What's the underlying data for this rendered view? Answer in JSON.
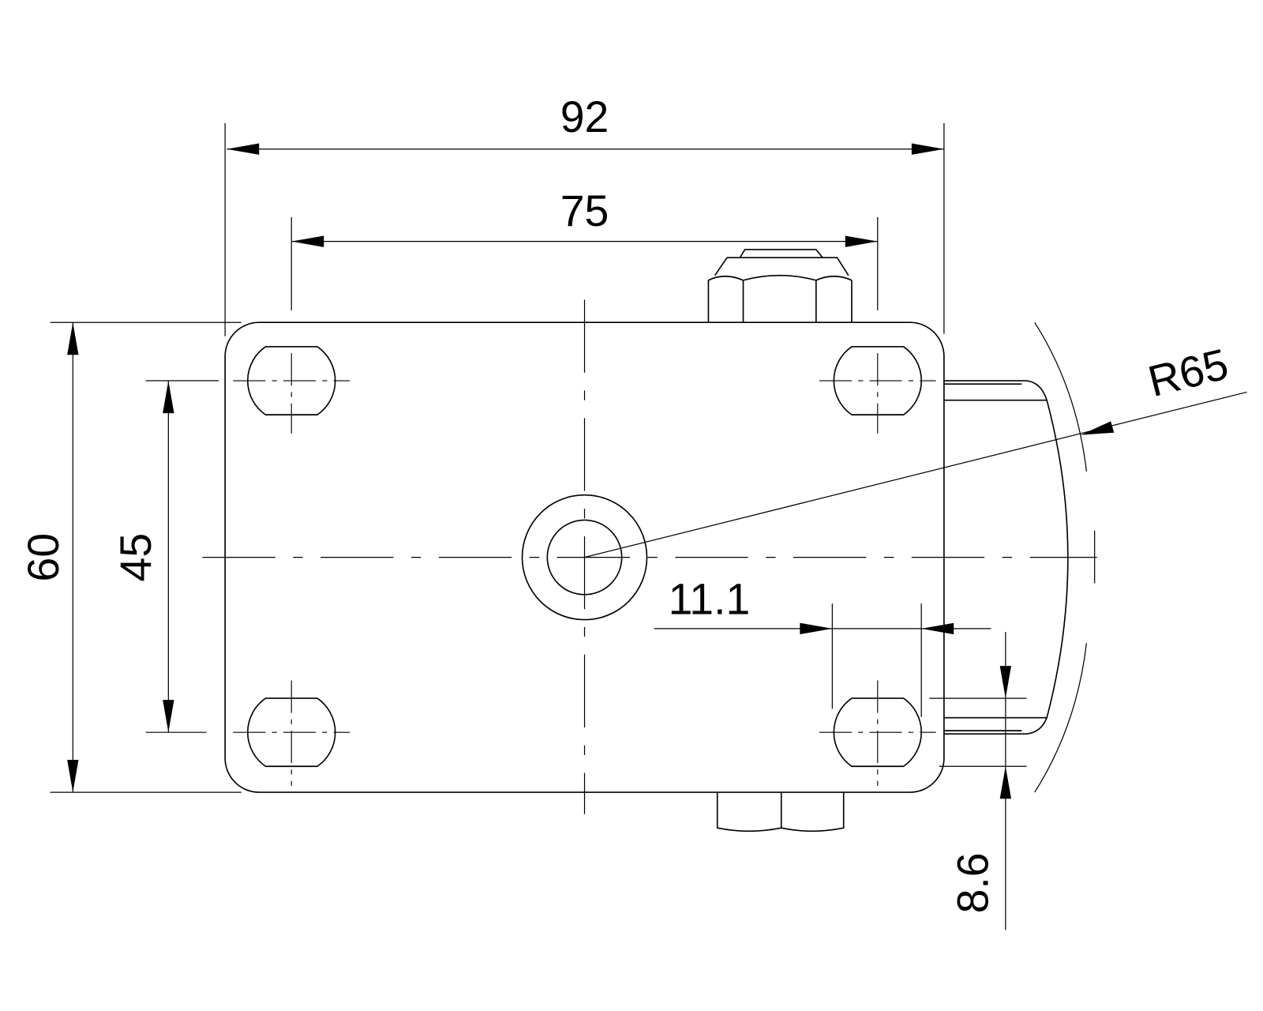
{
  "drawing": {
    "dimensions": {
      "overall_width": "92",
      "hole_spacing_x": "75",
      "overall_height": "60",
      "hole_spacing_y": "45",
      "offset": "11.1",
      "bracket_thickness": "8.6",
      "radius": "R65"
    },
    "line_color": "#000000",
    "background": "#ffffff"
  }
}
